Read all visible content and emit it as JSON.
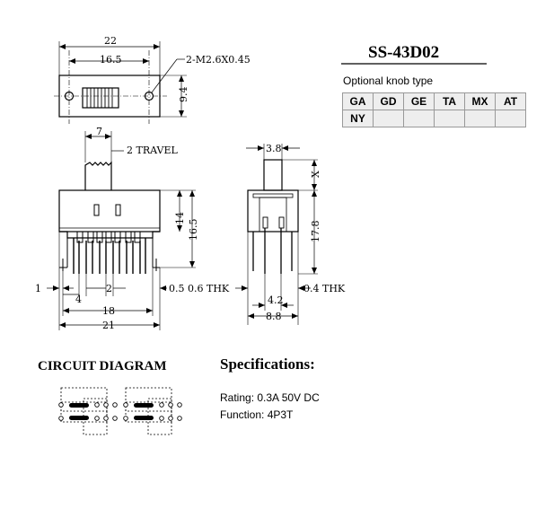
{
  "model": "SS-43D02",
  "knob_caption": "Optional knob type",
  "knob_rows": [
    [
      "GA",
      "GD",
      "GE",
      "TA",
      "MX",
      "AT"
    ],
    [
      "NY",
      "",
      "",
      "",
      "",
      ""
    ]
  ],
  "top_view": {
    "overall_width": "22",
    "hole_spacing": "16.5",
    "hole_note": "2-M2.6X0.45",
    "height": "9.4"
  },
  "front_view": {
    "knob_width": "7",
    "travel": "2 TRAVEL",
    "body_height": "14",
    "total_height": "16.5",
    "pin_offset": "1",
    "pin_pitch_a": "4",
    "pin_pitch_b": "2",
    "thk": "0.5  0.6 THK",
    "span": "18",
    "width": "21"
  },
  "side_view": {
    "knob": "3.8",
    "knob_height": "X",
    "height": "17.8",
    "thk": "0.4 THK",
    "inner": "4.2",
    "width": "8.8"
  },
  "circuit_title": "CIRCUIT DIAGRAM",
  "spec_title": "Specifications:",
  "spec_rating": "Rating: 0.3A 50V DC",
  "spec_function": "Function: 4P3T"
}
